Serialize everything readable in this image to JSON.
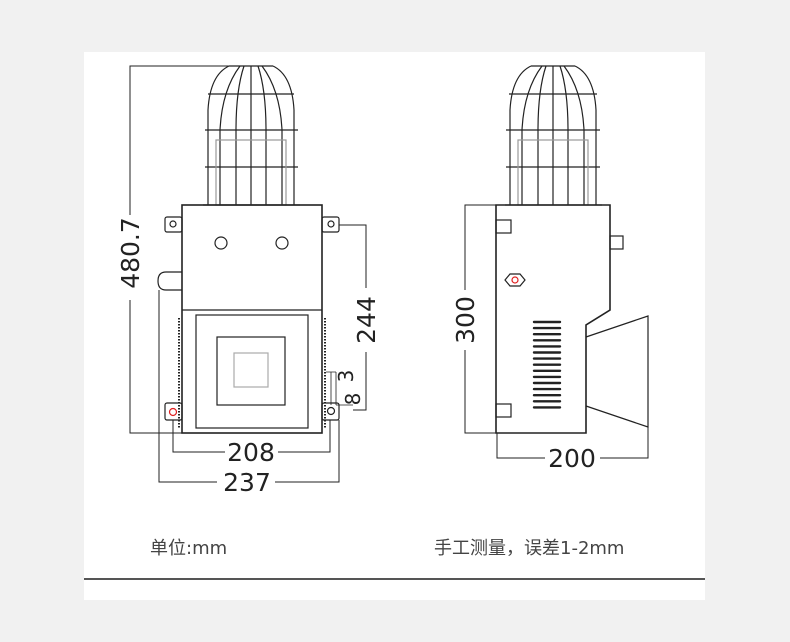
{
  "front_view": {
    "height_label": "480.7",
    "mount_height_label": "244",
    "small_offset_label": "3",
    "hole_label": "8",
    "mount_width_label": "208",
    "total_width_label": "237"
  },
  "side_view": {
    "height_label": "300",
    "depth_label": "200"
  },
  "captions": {
    "unit": "单位:mm",
    "note": "手工测量，误差1-2mm"
  },
  "colors": {
    "line": "#222222",
    "accent": "#e02020"
  }
}
